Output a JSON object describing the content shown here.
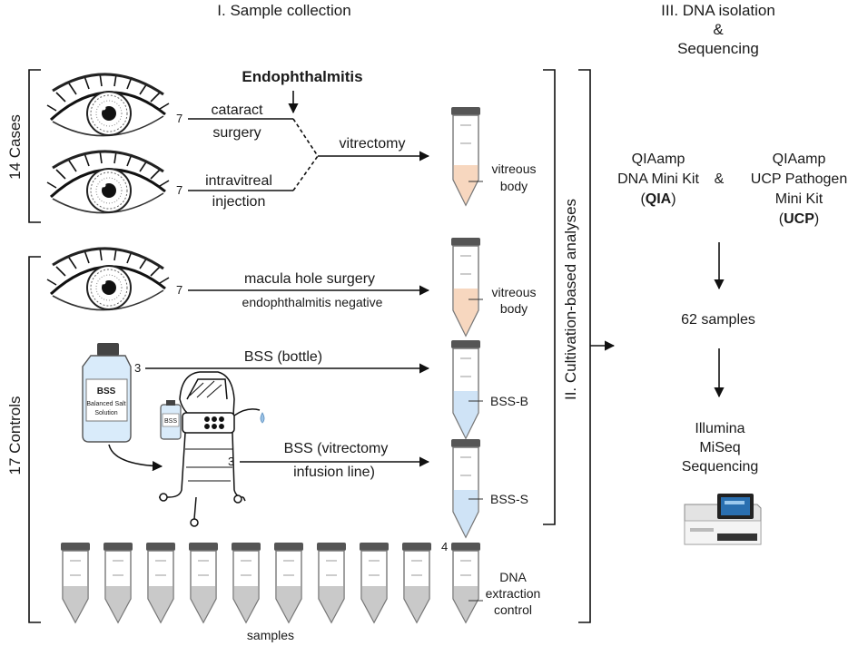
{
  "headers": {
    "sample_collection": "I. Sample collection",
    "dna_isolation": [
      "III. DNA isolation",
      "&",
      "Sequencing"
    ],
    "cultivation": "II. Cultivation-based analyses"
  },
  "groups": {
    "cases": "14 Cases",
    "controls": "17 Controls"
  },
  "cases": {
    "title": "Endophthalmitis",
    "cataract": {
      "count": "7",
      "label": [
        "cataract",
        "surgery"
      ]
    },
    "intravitreal": {
      "count": "7",
      "label": [
        "intravitreal",
        "injection"
      ]
    },
    "vitrectomy": "vitrectomy",
    "tube_label": [
      "vitreous",
      "body"
    ]
  },
  "controls": {
    "macula": {
      "count": "7",
      "label": "macula hole surgery",
      "sub": "endophthalmitis negative",
      "tube_label": [
        "vitreous",
        "body"
      ]
    },
    "bss_bottle": {
      "count": "3",
      "label": "BSS (bottle)",
      "tube_label": "BSS-B"
    },
    "bss_line": {
      "count": "3",
      "label": [
        "BSS (vitrectomy",
        "infusion line)"
      ],
      "tube_label": "BSS-S"
    },
    "bottle_big": {
      "title": "BSS",
      "sub": [
        "Balanced Salt",
        "Solution"
      ]
    },
    "bottle_small": "BSS",
    "dna_control": {
      "count": "4",
      "label": [
        "DNA",
        "extraction",
        "control"
      ]
    },
    "samples_label": "samples"
  },
  "kits": {
    "qia": [
      "QIAamp",
      "DNA Mini Kit",
      "(",
      "QIA",
      ")"
    ],
    "amp": "&",
    "ucp": [
      "QIAamp",
      "UCP Pathogen",
      "Mini Kit",
      "(",
      "UCP",
      ")"
    ]
  },
  "samples_total": "62 samples",
  "sequencing": [
    "Illumina",
    "MiSeq",
    "Sequencing"
  ],
  "colors": {
    "vitreous": "#f7d7bf",
    "bss": "#cfe3f6",
    "control": "#c9c9c9",
    "cap": "#555555",
    "screen": "#2a6fb0"
  }
}
